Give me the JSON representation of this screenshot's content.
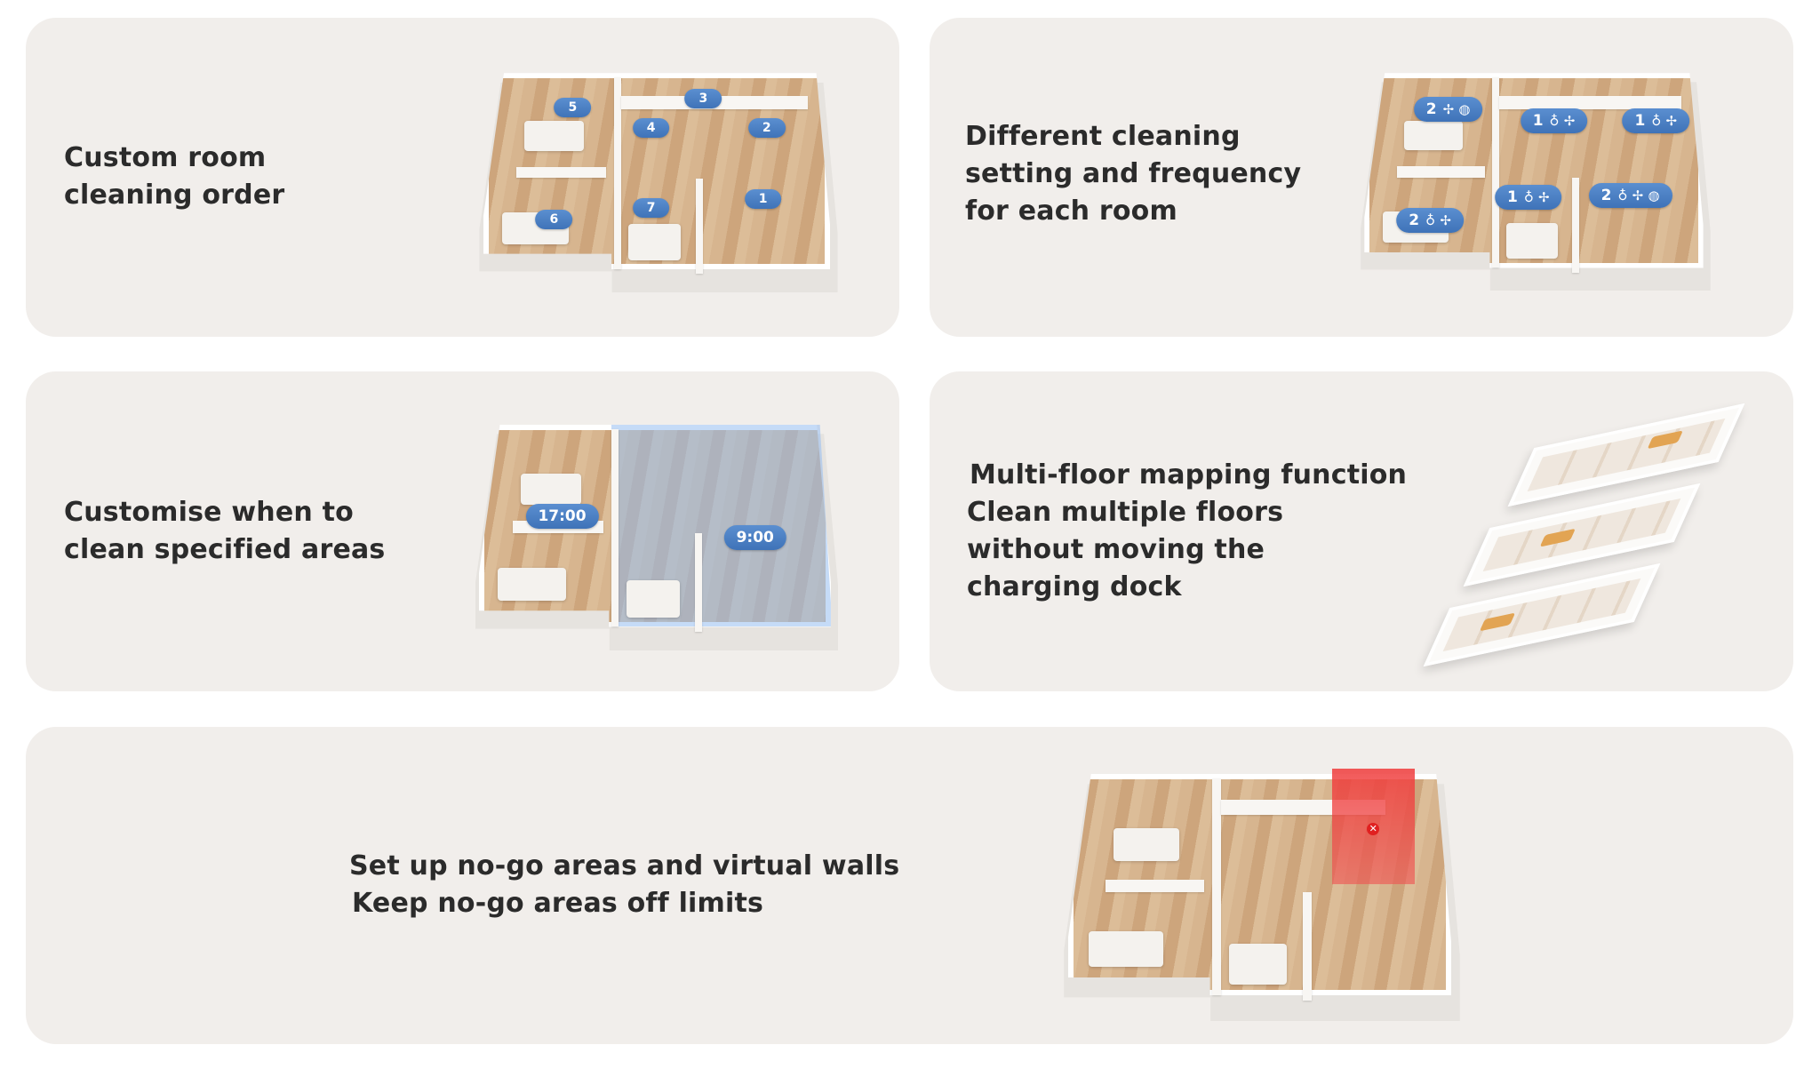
{
  "cards": [
    {
      "id": "room-order",
      "lines": [
        "Custom room",
        "cleaning order"
      ],
      "badges": [
        "5",
        "3",
        "4",
        "2",
        "1",
        "6",
        "7"
      ]
    },
    {
      "id": "room-settings",
      "lines": [
        "Different cleaning",
        "setting and frequency",
        "for each room"
      ],
      "badges": [
        {
          "count": "2",
          "icons": [
            "fan-icon",
            "water-icon"
          ],
          "glyphs": "✢ ◍"
        },
        {
          "count": "1",
          "icons": [
            "mop-icon",
            "fan-icon"
          ],
          "glyphs": "♁ ✢"
        },
        {
          "count": "1",
          "icons": [
            "mop-icon",
            "fan-icon"
          ],
          "glyphs": "♁ ✢"
        },
        {
          "count": "1",
          "icons": [
            "mop-icon",
            "fan-icon"
          ],
          "glyphs": "♁ ✢"
        },
        {
          "count": "2",
          "icons": [
            "mop-icon",
            "fan-icon",
            "water-icon"
          ],
          "glyphs": "♁ ✢ ◍"
        },
        {
          "count": "2",
          "icons": [
            "mop-icon",
            "fan-icon"
          ],
          "glyphs": "♁ ✢"
        }
      ]
    },
    {
      "id": "scheduled-areas",
      "lines": [
        "Customise when to",
        "clean specified areas"
      ],
      "badges": [
        "17:00",
        "9:00"
      ],
      "overlay_color": "#96bef0"
    },
    {
      "id": "multi-floor",
      "lines": [
        "Multi-floor mapping function",
        "Clean multiple floors",
        "without moving the",
        "charging dock"
      ]
    },
    {
      "id": "no-go",
      "lines": [
        "Set up no-go areas and virtual walls",
        "Keep no-go areas off limits"
      ],
      "nogo_color": "#f03c3c",
      "nogo_icon": "close-icon"
    }
  ],
  "colors": {
    "card_bg": "#f1eeeb",
    "badge": "#4a7fc2",
    "text": "#2b2b2b"
  }
}
